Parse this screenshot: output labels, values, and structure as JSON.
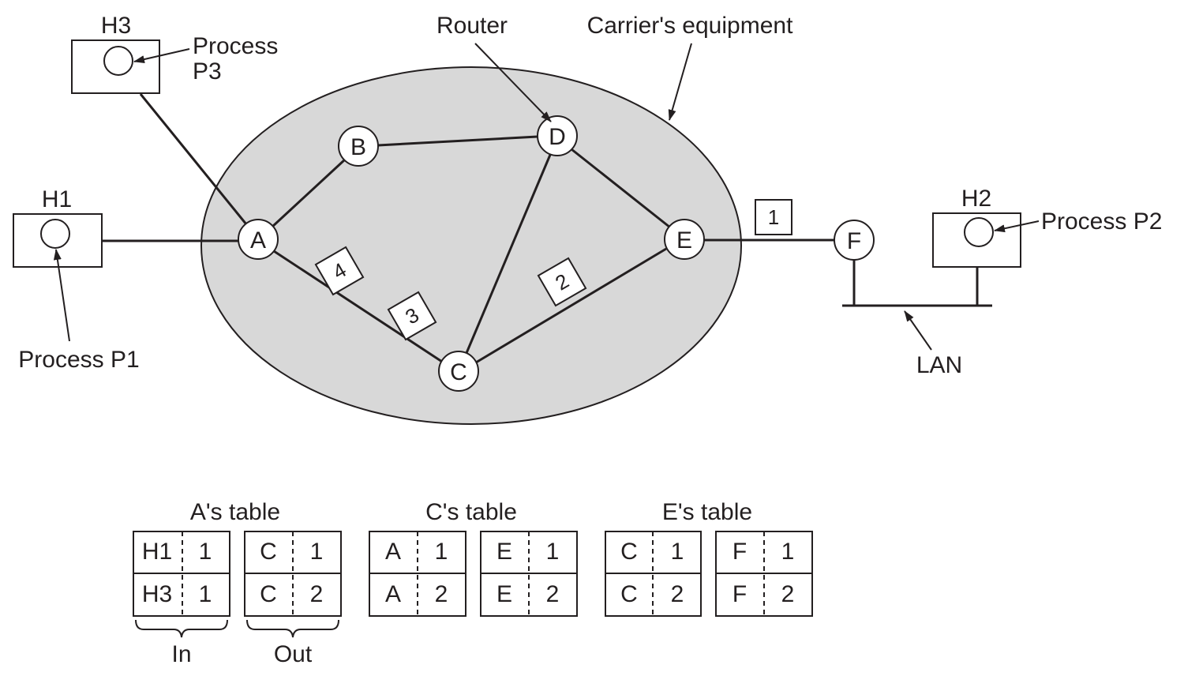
{
  "labels": {
    "router": "Router",
    "carrier": "Carrier's equipment",
    "lan": "LAN",
    "process_p1": "Process P1",
    "process_p2": "Process P2",
    "process_p3_line1": "Process",
    "process_p3_line2": "P3",
    "in": "In",
    "out": "Out"
  },
  "hosts": [
    {
      "id": "h1",
      "label": "H1"
    },
    {
      "id": "h2",
      "label": "H2"
    },
    {
      "id": "h3",
      "label": "H3"
    }
  ],
  "routers": [
    {
      "id": "a",
      "label": "A"
    },
    {
      "id": "b",
      "label": "B"
    },
    {
      "id": "c",
      "label": "C"
    },
    {
      "id": "d",
      "label": "D"
    },
    {
      "id": "e",
      "label": "E"
    },
    {
      "id": "f",
      "label": "F"
    }
  ],
  "packets": [
    "1",
    "2",
    "3",
    "4"
  ],
  "tables": [
    {
      "title": "A's table",
      "in": [
        [
          "H1",
          "1"
        ],
        [
          "H3",
          "1"
        ]
      ],
      "out": [
        [
          "C",
          "1"
        ],
        [
          "C",
          "2"
        ]
      ]
    },
    {
      "title": "C's table",
      "in": [
        [
          "A",
          "1"
        ],
        [
          "A",
          "2"
        ]
      ],
      "out": [
        [
          "E",
          "1"
        ],
        [
          "E",
          "2"
        ]
      ]
    },
    {
      "title": "E's table",
      "in": [
        [
          "C",
          "1"
        ],
        [
          "C",
          "2"
        ]
      ],
      "out": [
        [
          "F",
          "1"
        ],
        [
          "F",
          "2"
        ]
      ]
    }
  ],
  "colors": {
    "carrier_fill": "#d8d8d8",
    "ink": "#231f20"
  }
}
